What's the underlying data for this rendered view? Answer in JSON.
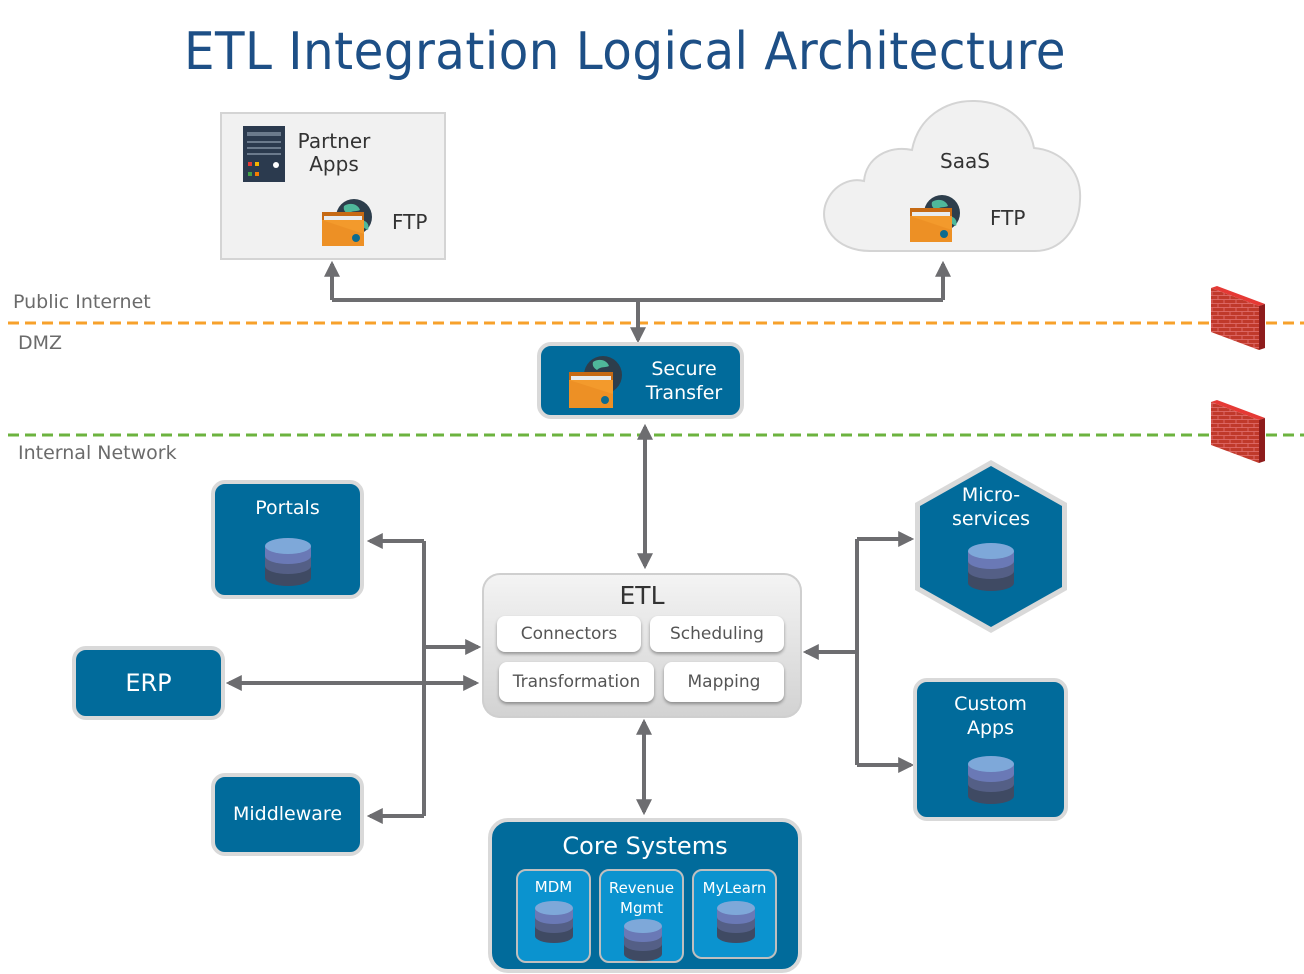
{
  "title": "ETL Integration Logical Architecture",
  "zones": {
    "public_internet": "Public Internet",
    "dmz": "DMZ",
    "internal_network": "Internal Network"
  },
  "colors": {
    "title": "#1d4f86",
    "node_fill": "#016b9b",
    "sub_node_fill": "#0b93cf",
    "arrow": "#6d6d70",
    "public_boundary": "#f7a12b",
    "internal_boundary": "#6cb33f",
    "firewall": "#c62828"
  },
  "external": {
    "partner": {
      "label_line1": "Partner",
      "label_line2": "Apps",
      "ftp_label": "FTP"
    },
    "saas": {
      "label": "SaaS",
      "ftp_label": "FTP"
    }
  },
  "dmz": {
    "secure_transfer": {
      "line1": "Secure",
      "line2": "Transfer"
    }
  },
  "etl": {
    "title": "ETL",
    "components": [
      "Connectors",
      "Scheduling",
      "Transformation",
      "Mapping"
    ]
  },
  "left_systems": {
    "portals": "Portals",
    "erp": "ERP",
    "middleware": "Middleware"
  },
  "right_systems": {
    "microservices": {
      "line1": "Micro-",
      "line2": "services"
    },
    "custom_apps": {
      "line1": "Custom",
      "line2": "Apps"
    }
  },
  "core_systems": {
    "title": "Core Systems",
    "items": [
      {
        "line1": "MDM",
        "line2": ""
      },
      {
        "line1": "Revenue",
        "line2": "Mgmt"
      },
      {
        "line1": "MyLearn",
        "line2": ""
      }
    ]
  },
  "icons": {
    "server": "server-rack-icon",
    "ftp": "ftp-folder-globe-icon",
    "database": "database-icon",
    "firewall": "firewall-brick-icon"
  }
}
